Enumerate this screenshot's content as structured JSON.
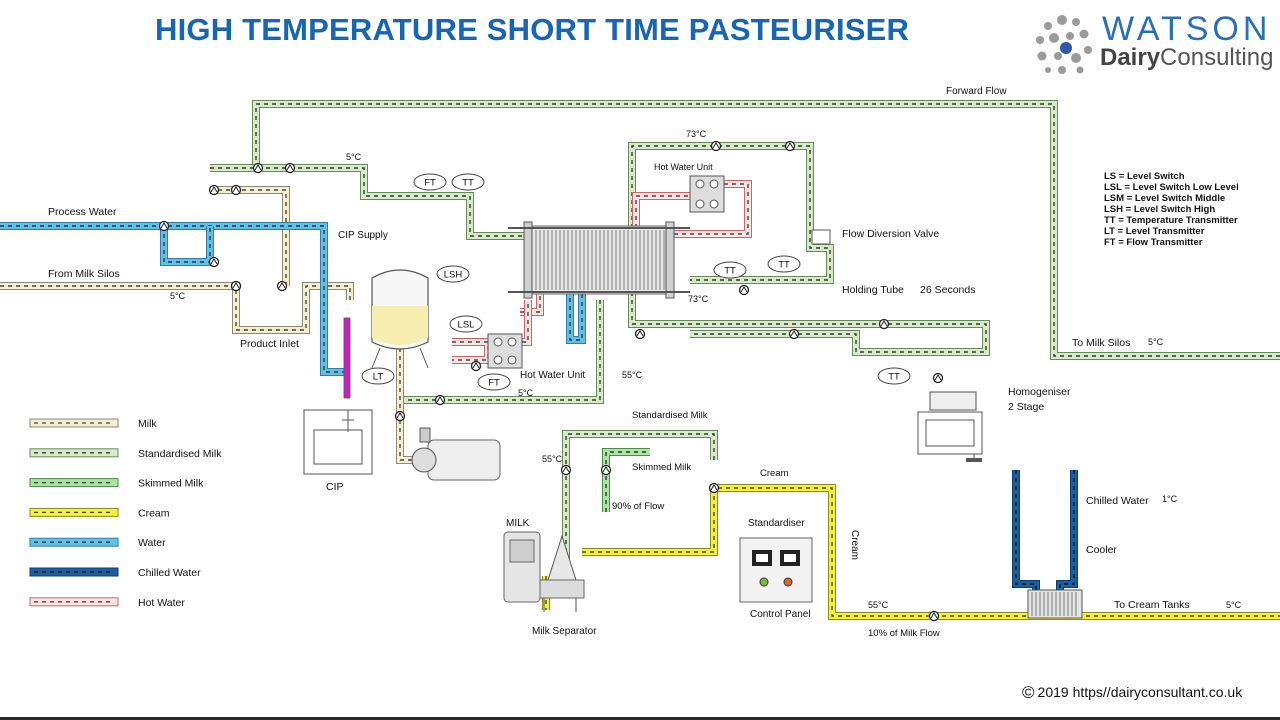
{
  "title": "HIGH TEMPERATURE SHORT TIME PASTEURISER",
  "logo": {
    "line1": "WATSON",
    "line2_bold": "Dairy",
    "line2_rest": "Consulting"
  },
  "copyright": {
    "symbol": "©",
    "text": "2019 https//dairyconsultant.co.uk"
  },
  "definitions": [
    "LS = Level Switch",
    "LSL = Level Switch Low Level",
    "LSM = Level Switch Middle",
    "LSH = Level Switch High",
    "TT = Temperature Transmitter",
    "LT = Level Transmitter",
    "FT = Flow Transmitter"
  ],
  "legend": [
    {
      "label": "Milk",
      "color": "#f3efcf",
      "border": "#8a8a78",
      "arrow": "#444"
    },
    {
      "label": "Standardised Milk",
      "color": "#d6ecc9",
      "border": "#6b8a5b",
      "arrow": "#333"
    },
    {
      "label": "Skimmed Milk",
      "color": "#a8e6a0",
      "border": "#4f8a4a",
      "arrow": "#333"
    },
    {
      "label": "Cream",
      "color": "#f2f239",
      "border": "#8c8c20",
      "arrow": "#444"
    },
    {
      "label": "Water",
      "color": "#62c0e6",
      "border": "#2f7fa8",
      "arrow": "#333"
    },
    {
      "label": "Chilled Water",
      "color": "#1a5fa3",
      "border": "#0e3c6e",
      "arrow": "#111"
    },
    {
      "label": "Hot Water",
      "color": "#fbe3e3",
      "border": "#cc6666",
      "arrow": "#444"
    }
  ],
  "labels": {
    "forward_flow": "Forward Flow",
    "process_water": "Process Water",
    "from_milk_silos": "From Milk Silos",
    "temp_5c_a": "5°C",
    "temp_5c_b": "5°C",
    "temp_5c_c": "5°C",
    "temp_5c_d": "5°C",
    "cip_supply": "CIP Supply",
    "product_inlet": "Product Inlet",
    "cip": "CIP",
    "hot_water_unit_top": "Hot Water Unit",
    "hot_water_unit_bottom": "Hot Water Unit",
    "temp_73c_top": "73°C",
    "temp_73c_mid": "73°C",
    "flow_diversion_valve": "Flow Diversion Valve",
    "holding_tube": "Holding Tube",
    "holding_seconds": "26 Seconds",
    "to_milk_silos": "To Milk Silos",
    "temp_55c_a": "55°C",
    "temp_55c_b": "55°C",
    "standardised_milk": "Standardised Milk",
    "skimmed_milk": "Skimmed Milk",
    "cream_top": "Cream",
    "cream_vertical": "Cream",
    "ninety_flow": "90% of Flow",
    "milk": "MILK",
    "milk_separator": "Milk Separator",
    "standardiser": "Standardiser",
    "control_panel": "Control Panel",
    "temp_55c_c": "55°C",
    "ten_milk_flow": "10% of Milk Flow",
    "homogeniser": "Homogeniser",
    "two_stage": "2 Stage",
    "chilled_water": "Chilled Water",
    "temp_1c": "1°C",
    "cooler": "Cooler",
    "to_cream_tanks": "To Cream Tanks",
    "temp_5c_e": "5°C"
  },
  "instruments": {
    "ft1": "FT",
    "tt1": "TT",
    "lsh": "LSH",
    "lsl": "LSL",
    "lt": "LT",
    "ft2": "FT",
    "tt2": "TT",
    "tt3": "TT",
    "tt4": "TT"
  }
}
